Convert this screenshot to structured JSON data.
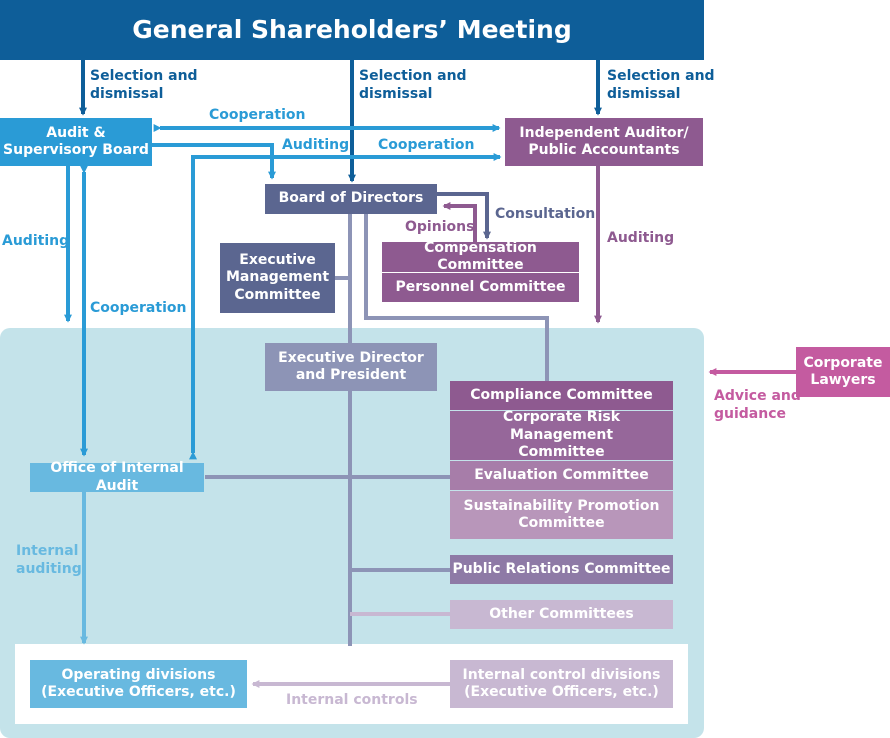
{
  "header": {
    "title": "General Shareholders’ Meeting"
  },
  "colors": {
    "navy": "#0e5e99",
    "blue": "#2a9bd6",
    "slate": "#5b6690",
    "slate_light": "#8d94b6",
    "purple": "#8e5a90",
    "purple_mid": "#a77da9",
    "purple_light": "#bf9fc1",
    "lavender": "#c8b8d2",
    "magenta": "#c45ba0",
    "light_blue_box": "#68b9e0",
    "panel": "#c4e3ea"
  },
  "boxes": {
    "audit_board": "Audit &\nSupervisory Board",
    "independent_auditor": "Independent Auditor/\nPublic Accountants",
    "board_of_directors": "Board of Directors",
    "compensation_committee": "Compensation Committee",
    "personnel_committee": "Personnel Committee",
    "executive_management_committee": "Executive\nManagement\nCommittee",
    "executive_director": "Executive Director\nand President",
    "corporate_lawyers": "Corporate\nLawyers",
    "compliance_committee": "Compliance Committee",
    "risk_management_committee": "Corporate Risk Management\nCommittee",
    "evaluation_committee": "Evaluation Committee",
    "sustainability_committee": "Sustainability Promotion\nCommittee",
    "public_relations_committee": "Public Relations Committee",
    "other_committees": "Other Committees",
    "office_internal_audit": "Office of Internal Audit",
    "operating_divisions": "Operating divisions\n(Executive Officers, etc.)",
    "internal_control_divisions": "Internal control divisions\n(Executive Officers, etc.)"
  },
  "labels": {
    "selection_left": "Selection and\ndismissal",
    "selection_center": "Selection and\ndismissal",
    "selection_right": "Selection and\ndismissal",
    "cooperation_top": "Cooperation",
    "auditing_board": "Auditing",
    "cooperation_auditor": "Cooperation",
    "consultation": "Consultation",
    "opinions": "Opinions",
    "auditing_left": "Auditing",
    "auditing_right": "Auditing",
    "cooperation_left": "Cooperation",
    "advice_guidance": "Advice and\nguidance",
    "internal_auditing": "Internal\nauditing",
    "internal_controls": "Internal controls"
  }
}
